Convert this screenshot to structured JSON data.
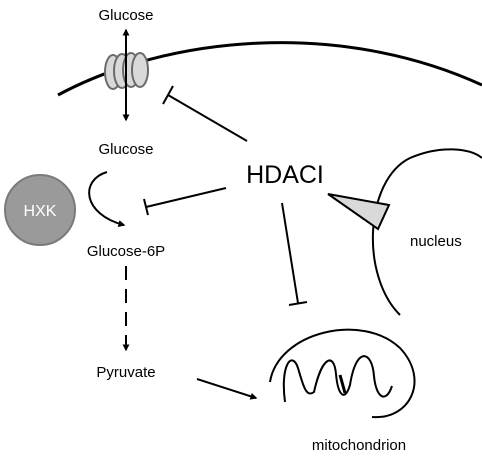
{
  "labels": {
    "glucose_out": "Glucose",
    "glucose_in": "Glucose",
    "hxk": "HXK",
    "hdaci": "HDACI",
    "glucose_6p": "Glucose-6P",
    "pyruvate": "Pyruvate",
    "nucleus": "nucleus",
    "mitochondrion": "mitochondrion"
  },
  "colors": {
    "line": "#000000",
    "transporter_fill": "#d9d9d9",
    "transporter_stroke": "#6b6b6b",
    "hxk_fill": "#9a9a9a",
    "hxk_stroke": "#7a7a7a",
    "nucleus_wedge_fill": "#d9d9d9"
  }
}
